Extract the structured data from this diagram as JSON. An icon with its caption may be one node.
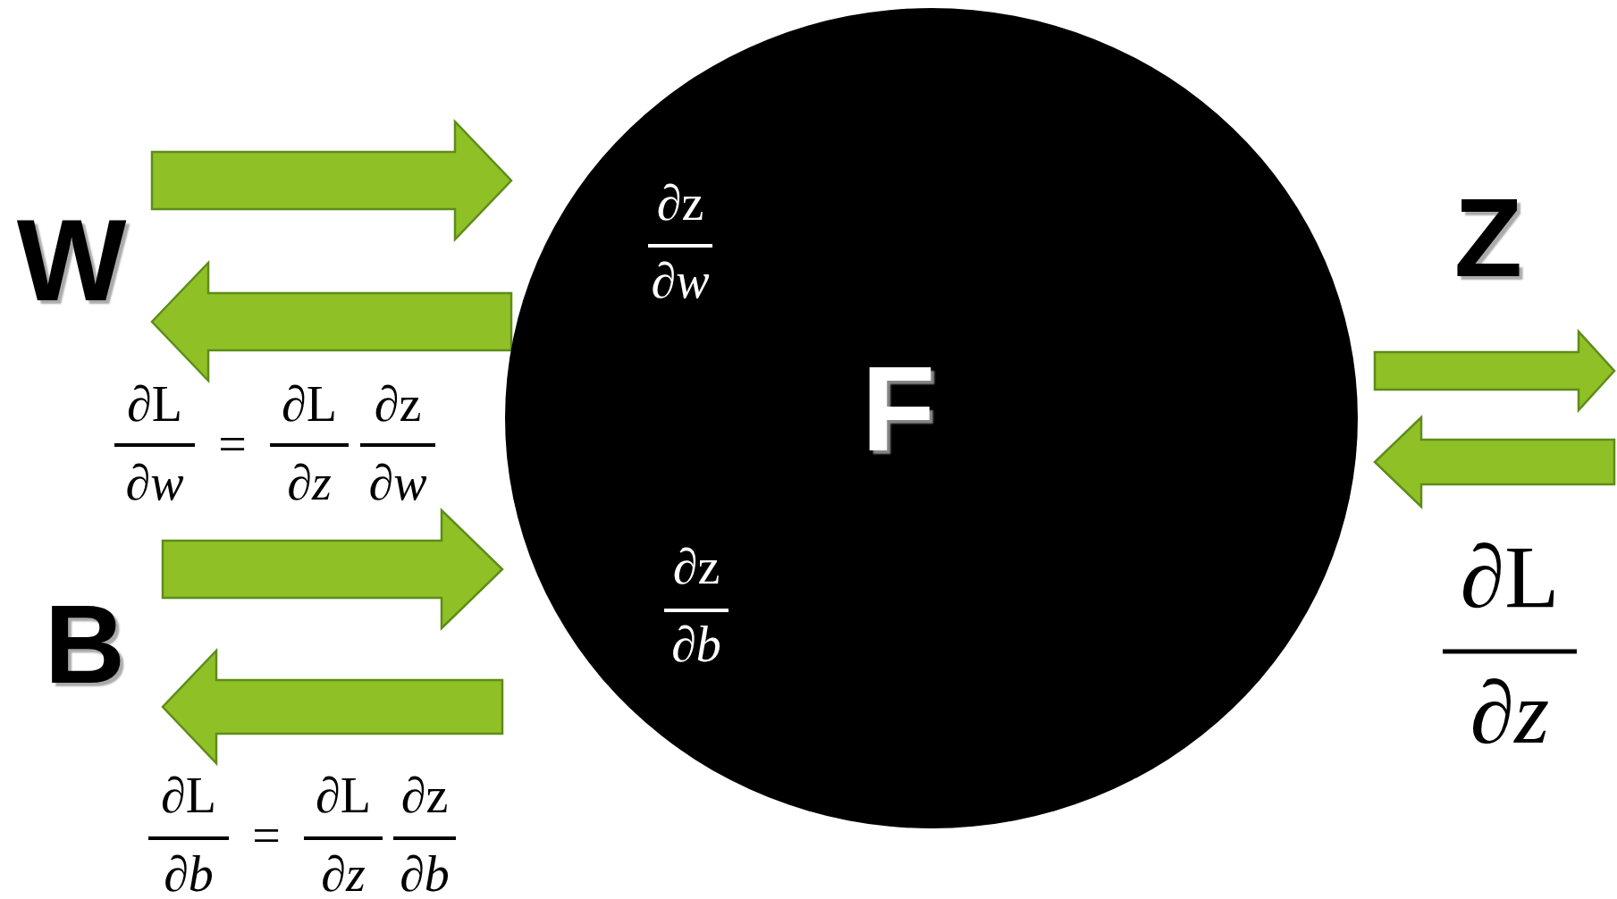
{
  "diagram": {
    "nodes": [
      {
        "text": [
          "W"
        ]
      },
      {
        "text": [
          "∂z",
          "∂*w*",
          "F",
          "∂z",
          "∂*b*"
        ]
      },
      {
        "text": [
          "Z"
        ]
      },
      {
        "text": [
          "B"
        ]
      }
    ],
    "edges": [
      {
        "from": 0,
        "to": 1,
        "arrow": "to"
      },
      {
        "from": 1,
        "to": 0,
        "arrow": "to"
      },
      {
        "from": 3,
        "to": 1,
        "arrow": "to"
      },
      {
        "from": 1,
        "to": 3,
        "arrow": "to"
      },
      {
        "from": 1,
        "to": 2,
        "arrow": "to"
      },
      {
        "from": 2,
        "to": 1,
        "arrow": "to"
      }
    ],
    "labels": [
      "∂L",
      "∂*w*",
      "=",
      "∂L",
      "∂*z*",
      "∂z",
      "∂*w*",
      "∂L",
      "∂*z*",
      "∂L",
      "∂*b*",
      "=",
      "∂L",
      "∂*z*",
      "∂z",
      "∂*b*"
    ]
  }
}
